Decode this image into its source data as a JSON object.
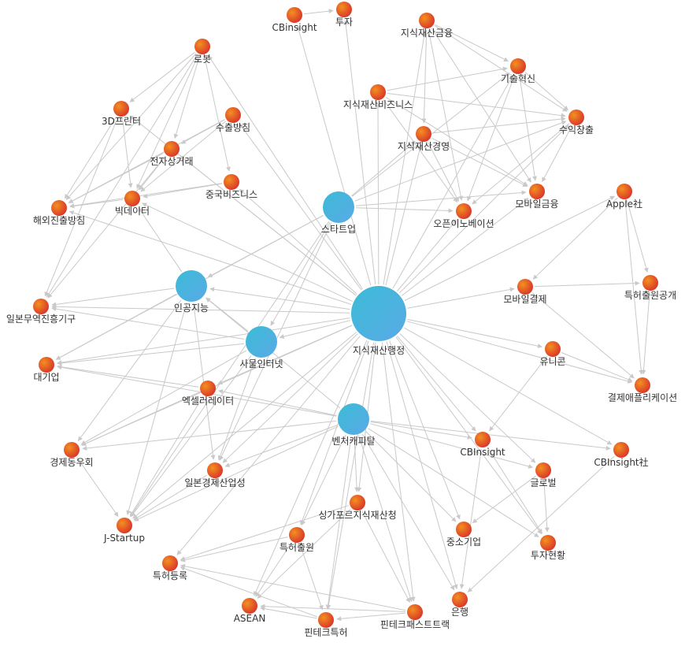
{
  "colors": {
    "hub_start": "#3bbcd6",
    "hub_end": "#5aa9e6",
    "leaf_start": "#f39020",
    "leaf_end": "#d9362a",
    "edge": "#c9c9c9",
    "label": "#333333"
  },
  "nodes": [
    {
      "id": "hub",
      "label": "지식재산행정",
      "kind": "hub"
    },
    {
      "id": "startup",
      "label": "스타트업",
      "kind": "hub"
    },
    {
      "id": "ai",
      "label": "인공지능",
      "kind": "hub"
    },
    {
      "id": "iot",
      "label": "사물인터넷",
      "kind": "hub"
    },
    {
      "id": "vc",
      "label": "벤처캐피탈",
      "kind": "hub"
    },
    {
      "id": "cb1",
      "label": "CBinsight",
      "kind": "leaf"
    },
    {
      "id": "invest",
      "label": "투자",
      "kind": "leaf"
    },
    {
      "id": "ipfin",
      "label": "지식재산금융",
      "kind": "leaf"
    },
    {
      "id": "robot",
      "label": "로봇",
      "kind": "leaf"
    },
    {
      "id": "tech",
      "label": "기술혁신",
      "kind": "leaf"
    },
    {
      "id": "ipbiz",
      "label": "지식재산비즈니스",
      "kind": "leaf"
    },
    {
      "id": "p3d",
      "label": "3D프린터",
      "kind": "leaf"
    },
    {
      "id": "export",
      "label": "수출방침",
      "kind": "leaf"
    },
    {
      "id": "profit",
      "label": "수익창출",
      "kind": "leaf"
    },
    {
      "id": "ipmgmt",
      "label": "지식재산경영",
      "kind": "leaf"
    },
    {
      "id": "ecom",
      "label": "전자상거래",
      "kind": "leaf"
    },
    {
      "id": "china",
      "label": "중국비즈니스",
      "kind": "leaf"
    },
    {
      "id": "mfin",
      "label": "모바일금융",
      "kind": "leaf"
    },
    {
      "id": "apple",
      "label": "Apple社",
      "kind": "leaf"
    },
    {
      "id": "bigdata",
      "label": "빅데이터",
      "kind": "leaf"
    },
    {
      "id": "overseas",
      "label": "해외진출방침",
      "kind": "leaf"
    },
    {
      "id": "openinno",
      "label": "오픈이노베이션",
      "kind": "leaf"
    },
    {
      "id": "mpay",
      "label": "모바일결제",
      "kind": "leaf"
    },
    {
      "id": "patpub",
      "label": "특허출원공개",
      "kind": "leaf"
    },
    {
      "id": "jetro",
      "label": "일본무역진흥기구",
      "kind": "leaf"
    },
    {
      "id": "bigco",
      "label": "대기업",
      "kind": "leaf"
    },
    {
      "id": "unicorn",
      "label": "유니콘",
      "kind": "leaf"
    },
    {
      "id": "accel",
      "label": "엑셀러레이터",
      "kind": "leaf"
    },
    {
      "id": "payapp",
      "label": "결제애플리케이션",
      "kind": "leaf"
    },
    {
      "id": "cb2",
      "label": "CBInsight",
      "kind": "leaf"
    },
    {
      "id": "keizai",
      "label": "경제동우회",
      "kind": "leaf"
    },
    {
      "id": "cb3",
      "label": "CBInsight社",
      "kind": "leaf"
    },
    {
      "id": "meti",
      "label": "일본경제산업성",
      "kind": "leaf"
    },
    {
      "id": "global",
      "label": "글로벌",
      "kind": "leaf"
    },
    {
      "id": "sgip",
      "label": "싱가포르지식재산청",
      "kind": "leaf"
    },
    {
      "id": "jstartup",
      "label": "J-Startup",
      "kind": "leaf"
    },
    {
      "id": "sme",
      "label": "중소기업",
      "kind": "leaf"
    },
    {
      "id": "patapp",
      "label": "특허출원",
      "kind": "leaf"
    },
    {
      "id": "investstat",
      "label": "투자현황",
      "kind": "leaf"
    },
    {
      "id": "patreg",
      "label": "특허등록",
      "kind": "leaf"
    },
    {
      "id": "bank",
      "label": "은행",
      "kind": "leaf"
    },
    {
      "id": "asean",
      "label": "ASEAN",
      "kind": "leaf"
    },
    {
      "id": "fintechfast",
      "label": "핀테크패스트트랙",
      "kind": "leaf"
    },
    {
      "id": "fintechpat",
      "label": "핀테크특허",
      "kind": "leaf"
    }
  ],
  "edges": [
    [
      "cb1",
      "invest"
    ],
    [
      "hub",
      "invest"
    ],
    [
      "hub",
      "cb1"
    ],
    [
      "hub",
      "ipfin"
    ],
    [
      "hub",
      "tech"
    ],
    [
      "hub",
      "ipbiz"
    ],
    [
      "hub",
      "ipmgmt"
    ],
    [
      "hub",
      "profit"
    ],
    [
      "hub",
      "mfin"
    ],
    [
      "hub",
      "openinno"
    ],
    [
      "hub",
      "apple"
    ],
    [
      "hub",
      "mpay"
    ],
    [
      "hub",
      "unicorn"
    ],
    [
      "hub",
      "payapp"
    ],
    [
      "hub",
      "cb2"
    ],
    [
      "hub",
      "cb3"
    ],
    [
      "hub",
      "global"
    ],
    [
      "hub",
      "sme"
    ],
    [
      "hub",
      "investstat"
    ],
    [
      "hub",
      "bank"
    ],
    [
      "hub",
      "fintechfast"
    ],
    [
      "hub",
      "fintechpat"
    ],
    [
      "hub",
      "sgip"
    ],
    [
      "hub",
      "patapp"
    ],
    [
      "hub",
      "patreg"
    ],
    [
      "hub",
      "jstartup"
    ],
    [
      "hub",
      "meti"
    ],
    [
      "hub",
      "keizai"
    ],
    [
      "hub",
      "bigco"
    ],
    [
      "hub",
      "jetro"
    ],
    [
      "hub",
      "overseas"
    ],
    [
      "hub",
      "bigdata"
    ],
    [
      "hub",
      "ai"
    ],
    [
      "hub",
      "iot"
    ],
    [
      "hub",
      "accel"
    ],
    [
      "hub",
      "robot"
    ],
    [
      "hub",
      "p3d"
    ],
    [
      "hub",
      "china"
    ],
    [
      "hub",
      "ecom"
    ],
    [
      "hub",
      "export"
    ],
    [
      "ipfin",
      "tech"
    ],
    [
      "ipfin",
      "profit"
    ],
    [
      "ipfin",
      "mfin"
    ],
    [
      "ipfin",
      "openinno"
    ],
    [
      "ipfin",
      "ipmgmt"
    ],
    [
      "tech",
      "profit"
    ],
    [
      "tech",
      "mfin"
    ],
    [
      "tech",
      "openinno"
    ],
    [
      "ipbiz",
      "tech"
    ],
    [
      "ipbiz",
      "profit"
    ],
    [
      "ipbiz",
      "mfin"
    ],
    [
      "ipbiz",
      "openinno"
    ],
    [
      "ipmgmt",
      "profit"
    ],
    [
      "ipmgmt",
      "mfin"
    ],
    [
      "ipmgmt",
      "openinno"
    ],
    [
      "profit",
      "mfin"
    ],
    [
      "profit",
      "openinno"
    ],
    [
      "startup",
      "mfin"
    ],
    [
      "startup",
      "openinno"
    ],
    [
      "startup",
      "tech"
    ],
    [
      "startup",
      "profit"
    ],
    [
      "startup",
      "ipmgmt"
    ],
    [
      "robot",
      "p3d"
    ],
    [
      "robot",
      "ecom"
    ],
    [
      "robot",
      "bigdata"
    ],
    [
      "robot",
      "overseas"
    ],
    [
      "robot",
      "jetro"
    ],
    [
      "robot",
      "china"
    ],
    [
      "export",
      "ecom"
    ],
    [
      "export",
      "bigdata"
    ],
    [
      "export",
      "overseas"
    ],
    [
      "p3d",
      "bigdata"
    ],
    [
      "p3d",
      "overseas"
    ],
    [
      "p3d",
      "jetro"
    ],
    [
      "ecom",
      "bigdata"
    ],
    [
      "ecom",
      "overseas"
    ],
    [
      "ecom",
      "jetro"
    ],
    [
      "china",
      "bigdata"
    ],
    [
      "china",
      "overseas"
    ],
    [
      "bigdata",
      "overseas"
    ],
    [
      "ai",
      "bigdata"
    ],
    [
      "ai",
      "jetro"
    ],
    [
      "ai",
      "bigco"
    ],
    [
      "ai",
      "keizai"
    ],
    [
      "ai",
      "jstartup"
    ],
    [
      "ai",
      "meti"
    ],
    [
      "iot",
      "ai"
    ],
    [
      "iot",
      "bigco"
    ],
    [
      "iot",
      "keizai"
    ],
    [
      "iot",
      "jstartup"
    ],
    [
      "iot",
      "meti"
    ],
    [
      "iot",
      "jetro"
    ],
    [
      "accel",
      "bigco"
    ],
    [
      "accel",
      "keizai"
    ],
    [
      "accel",
      "jstartup"
    ],
    [
      "vc",
      "bigco"
    ],
    [
      "vc",
      "keizai"
    ],
    [
      "vc",
      "jstartup"
    ],
    [
      "vc",
      "meti"
    ],
    [
      "vc",
      "accel"
    ],
    [
      "vc",
      "ai"
    ],
    [
      "startup",
      "ai"
    ],
    [
      "startup",
      "iot"
    ],
    [
      "startup",
      "jstartup"
    ],
    [
      "startup",
      "meti"
    ],
    [
      "startup",
      "bigco"
    ],
    [
      "meti",
      "jstartup"
    ],
    [
      "keizai",
      "jstartup"
    ],
    [
      "apple",
      "mpay"
    ],
    [
      "apple",
      "patpub"
    ],
    [
      "apple",
      "payapp"
    ],
    [
      "mpay",
      "patpub"
    ],
    [
      "mpay",
      "payapp"
    ],
    [
      "patpub",
      "payapp"
    ],
    [
      "unicorn",
      "payapp"
    ],
    [
      "unicorn",
      "cb2"
    ],
    [
      "vc",
      "cb2"
    ],
    [
      "vc",
      "cb3"
    ],
    [
      "vc",
      "global"
    ],
    [
      "vc",
      "sme"
    ],
    [
      "vc",
      "investstat"
    ],
    [
      "vc",
      "bank"
    ],
    [
      "vc",
      "fintechfast"
    ],
    [
      "vc",
      "fintechpat"
    ],
    [
      "vc",
      "patapp"
    ],
    [
      "vc",
      "sgip"
    ],
    [
      "cb2",
      "investstat"
    ],
    [
      "cb2",
      "bank"
    ],
    [
      "global",
      "sme"
    ],
    [
      "global",
      "investstat"
    ],
    [
      "cb3",
      "bank"
    ],
    [
      "sgip",
      "patreg"
    ],
    [
      "sgip",
      "asean"
    ],
    [
      "sgip",
      "fintechfast"
    ],
    [
      "patapp",
      "patreg"
    ],
    [
      "patapp",
      "asean"
    ],
    [
      "patapp",
      "fintechpat"
    ],
    [
      "fintechfast",
      "patreg"
    ],
    [
      "fintechfast",
      "asean"
    ],
    [
      "fintechfast",
      "fintechpat"
    ],
    [
      "fintechpat",
      "patreg"
    ],
    [
      "fintechpat",
      "asean"
    ],
    [
      "hub",
      "asean"
    ]
  ]
}
